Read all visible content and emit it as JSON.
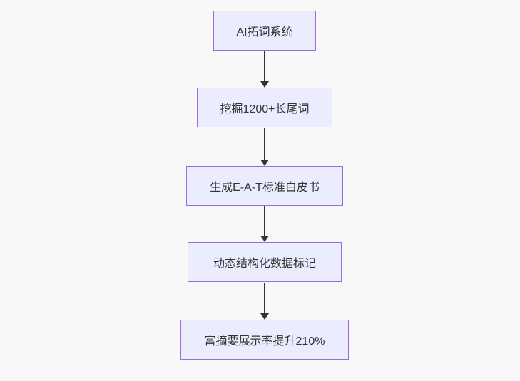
{
  "canvas": {
    "background": "#f8f8f8"
  },
  "flowchart": {
    "type": "flowchart",
    "direction": "top-to-bottom",
    "theme": {
      "canvas-bg": "#f8f8f8",
      "node-fill": "#ECECFF",
      "node-border": "#9370DB",
      "text-color": "#333333",
      "arrow-color": "#333333"
    },
    "nodes": [
      {
        "id": "n1",
        "label": "AI拓词系统"
      },
      {
        "id": "n2",
        "label": "挖掘1200+长尾词"
      },
      {
        "id": "n3",
        "label": "生成E-A-T标准白皮书"
      },
      {
        "id": "n4",
        "label": "动态结构化数据标记"
      },
      {
        "id": "n5",
        "label": "富摘要展示率提升210%"
      }
    ],
    "edges": [
      {
        "from": "n1",
        "to": "n2"
      },
      {
        "from": "n2",
        "to": "n3"
      },
      {
        "from": "n3",
        "to": "n4"
      },
      {
        "from": "n4",
        "to": "n5"
      }
    ]
  }
}
